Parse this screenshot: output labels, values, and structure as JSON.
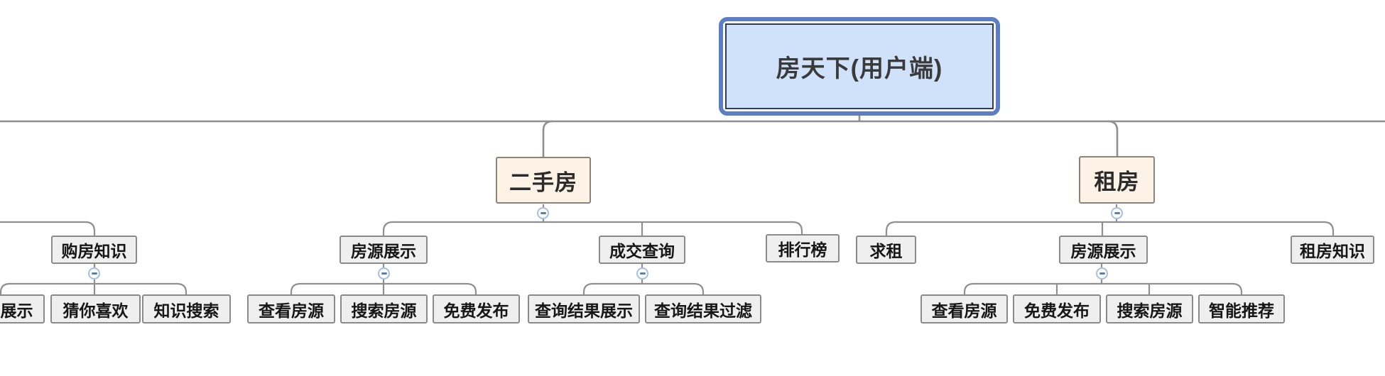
{
  "mindmap": {
    "root": {
      "label": "房天下(用户端)"
    },
    "branches": [
      {
        "label": "",
        "children": [
          {
            "label": "购房知识",
            "children": [
              {
                "label": "知识展示"
              },
              {
                "label": "猜你喜欢"
              },
              {
                "label": "知识搜索"
              }
            ]
          }
        ]
      },
      {
        "label": "二手房",
        "children": [
          {
            "label": "房源展示",
            "children": [
              {
                "label": "查看房源"
              },
              {
                "label": "搜索房源"
              },
              {
                "label": "免费发布"
              }
            ]
          },
          {
            "label": "成交查询",
            "children": [
              {
                "label": "查询结果展示"
              },
              {
                "label": "查询结果过滤"
              }
            ]
          },
          {
            "label": "排行榜"
          }
        ]
      },
      {
        "label": "租房",
        "children": [
          {
            "label": "求租"
          },
          {
            "label": "房源展示",
            "children": [
              {
                "label": "查看房源"
              },
              {
                "label": "免费发布"
              },
              {
                "label": "搜索房源"
              },
              {
                "label": "智能推荐"
              }
            ]
          },
          {
            "label": "租房知识"
          }
        ]
      }
    ]
  },
  "icons": {
    "collapse": "minus-circle"
  },
  "colors": {
    "root_border": "#5b7ec5",
    "root_inner_border": "#2e3c5a",
    "root_fill": "#d0e2f9",
    "branch_fill": "#fdf2e6",
    "branch_border": "#8e8378",
    "node_fill": "#efefef",
    "node_border": "#8a8a8a",
    "connector": "#8f8f8f",
    "collapse_border": "#a5c0e2",
    "collapse_dash": "#6080aa"
  }
}
